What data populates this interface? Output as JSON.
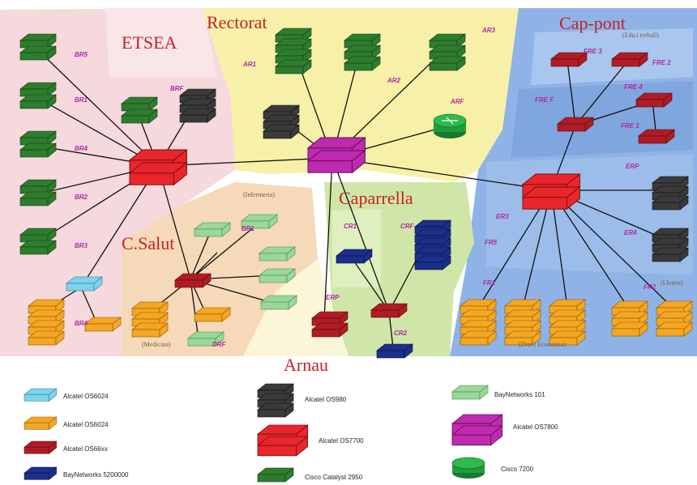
{
  "zones": {
    "etsea": "ETSEA",
    "rectorat": "Rectorat",
    "cappont": "Cap-pont",
    "caparrella": "Caparrella",
    "csalut": "C.Salut",
    "arnau": "Arnau"
  },
  "sublabels": {
    "infermeria": "(Infermeria)",
    "medicina": "(Medicina)",
    "dret": "(Dret i Economia)",
    "lletres": "(Lletres)",
    "edu": "(Edu.i treball)"
  },
  "area_labels": [
    "BR5",
    "BR1",
    "BR4",
    "BR2",
    "BR3",
    "BR4",
    "BRF",
    "AR1",
    "AR2",
    "AR3",
    "ARF",
    "FRE 3",
    "FRE 2",
    "FRE F",
    "FRE 1",
    "FRE 4",
    "ERP",
    "ER3",
    "ER4",
    "CR1",
    "CRF",
    "CR2",
    "ERP",
    "BR1",
    "DRF",
    "FR5",
    "FR1",
    "FR2"
  ],
  "legend": [
    {
      "label": "Alcatel OS6024",
      "color": "#7fd4ec"
    },
    {
      "label": "Alcatel OS6024",
      "color": "#f5a623"
    },
    {
      "label": "Alcatel OS66xx",
      "color": "#b01c25"
    },
    {
      "label": "BayNetworks 5200000",
      "color": "#1c2f8a"
    },
    {
      "label": "Alcatel OS980",
      "color": "#3a3a3a"
    },
    {
      "label": "Alcatel OS7700",
      "color": "#e8262b"
    },
    {
      "label": "Cisco Catalyst 2950",
      "color": "#2e7d2e"
    },
    {
      "label": "BayNetworks 101",
      "color": "#9ad79a"
    },
    {
      "label": "Alcatel OS7800",
      "color": "#c02ab0"
    },
    {
      "label": "Cisco 7200",
      "color": "#1e9e3a"
    }
  ],
  "colors": {
    "etsea_bg": "#f6d9dc",
    "rectorat_bg": "#f7f0a8",
    "cappont_bg": "#8fb3e6",
    "caparrella_bg": "#cfe6a8",
    "csalut_bg": "#f5d9b8",
    "arnau_bg": "#fbf6d8"
  }
}
